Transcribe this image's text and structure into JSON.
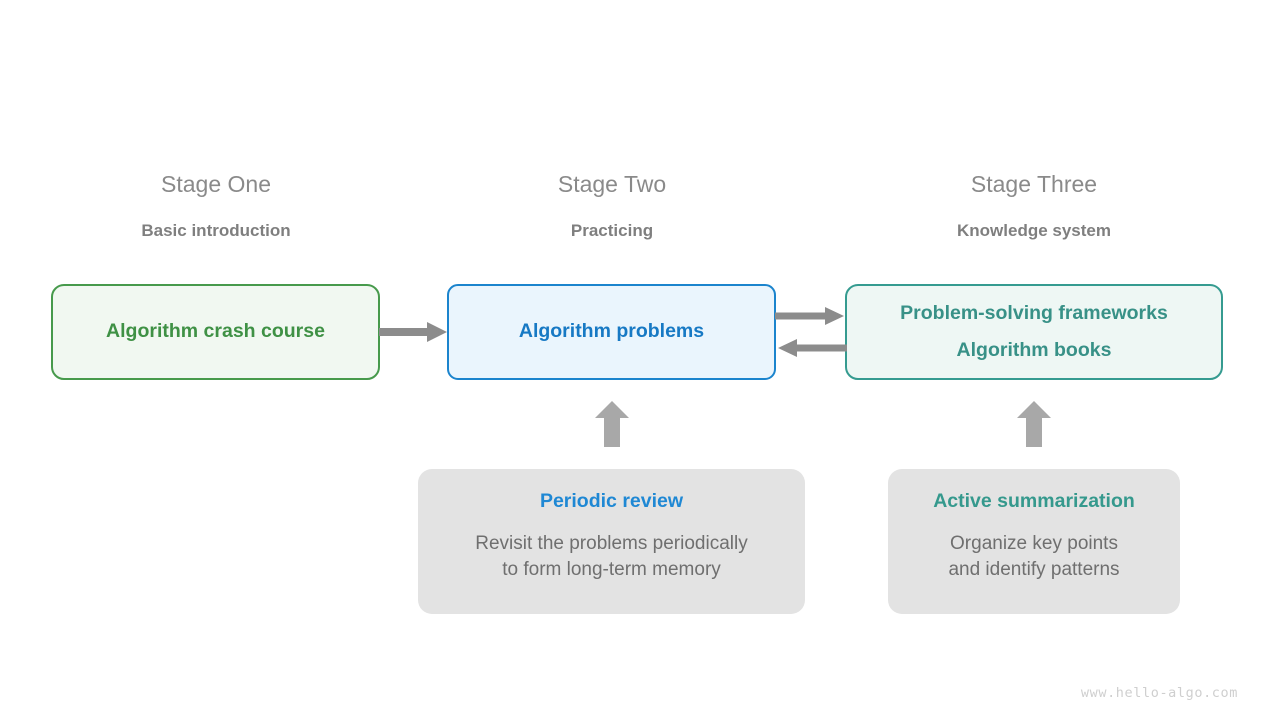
{
  "diagram": {
    "title_watermark": "www.hello-algo.com",
    "accent_colors": {
      "green": "#3f9145",
      "blue": "#1779c4",
      "teal": "#389187",
      "gray_text": "#6f6f6f",
      "gray_heading": "#8a8a8a",
      "arrow_gray": "#8c8c8c",
      "block_arrow_gray": "#a8a8a8",
      "note_bg": "#e3e3e3"
    },
    "stages": [
      {
        "title": "Stage One",
        "subtitle": "Basic introduction"
      },
      {
        "title": "Stage Two",
        "subtitle": "Practicing"
      },
      {
        "title": "Stage Three",
        "subtitle": "Knowledge system"
      }
    ],
    "boxes": [
      {
        "lines": [
          "Algorithm crash course"
        ]
      },
      {
        "lines": [
          "Algorithm problems"
        ]
      },
      {
        "lines": [
          "Problem-solving frameworks",
          "Algorithm books"
        ]
      }
    ],
    "notes": [
      {
        "title": "Periodic review",
        "body": "Revisit the problems periodically\nto form long-term memory"
      },
      {
        "title": "Active summarization",
        "body": "Organize key points\nand identify patterns"
      }
    ],
    "connectors": [
      {
        "name": "crash-course-to-problems",
        "direction": "right"
      },
      {
        "name": "problems-to-frameworks",
        "direction": "right"
      },
      {
        "name": "frameworks-to-problems",
        "direction": "left"
      },
      {
        "name": "review-to-problems",
        "direction": "up"
      },
      {
        "name": "summarization-to-frameworks",
        "direction": "up"
      }
    ]
  }
}
